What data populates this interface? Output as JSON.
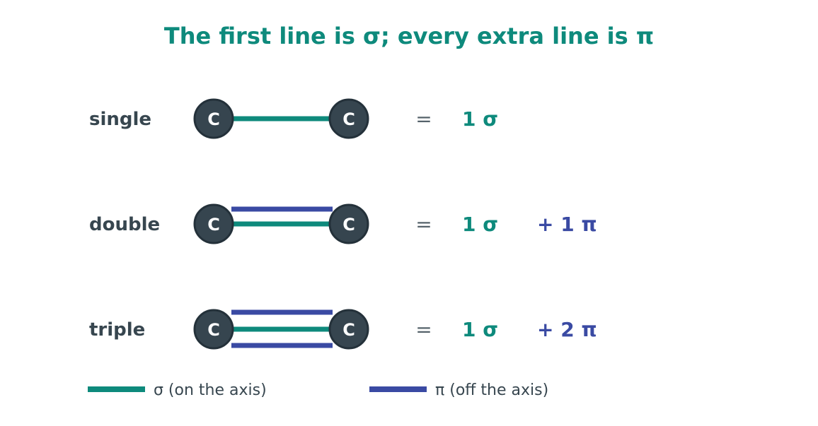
{
  "title": "The first line is σ; every extra line is π",
  "colors": {
    "sigma": "#0e8a7c",
    "pi": "#3a4aa3",
    "text": "#37464f",
    "atom_fill": "#36454f",
    "atom_stroke": "#24313a",
    "equals": "#56636b"
  },
  "atom_symbol": "C",
  "equals_sign": "=",
  "rows": [
    {
      "label": "single",
      "sigma_count": 1,
      "pi_count": 0,
      "sigma_text": "1 σ",
      "pi_text": ""
    },
    {
      "label": "double",
      "sigma_count": 1,
      "pi_count": 1,
      "sigma_text": "1 σ",
      "pi_text": "+ 1 π"
    },
    {
      "label": "triple",
      "sigma_count": 1,
      "pi_count": 2,
      "sigma_text": "1 σ",
      "pi_text": "+ 2 π"
    }
  ],
  "legend": [
    {
      "key": "sigma",
      "label": "σ (on the axis)"
    },
    {
      "key": "pi",
      "label": "π (off the axis)"
    }
  ]
}
